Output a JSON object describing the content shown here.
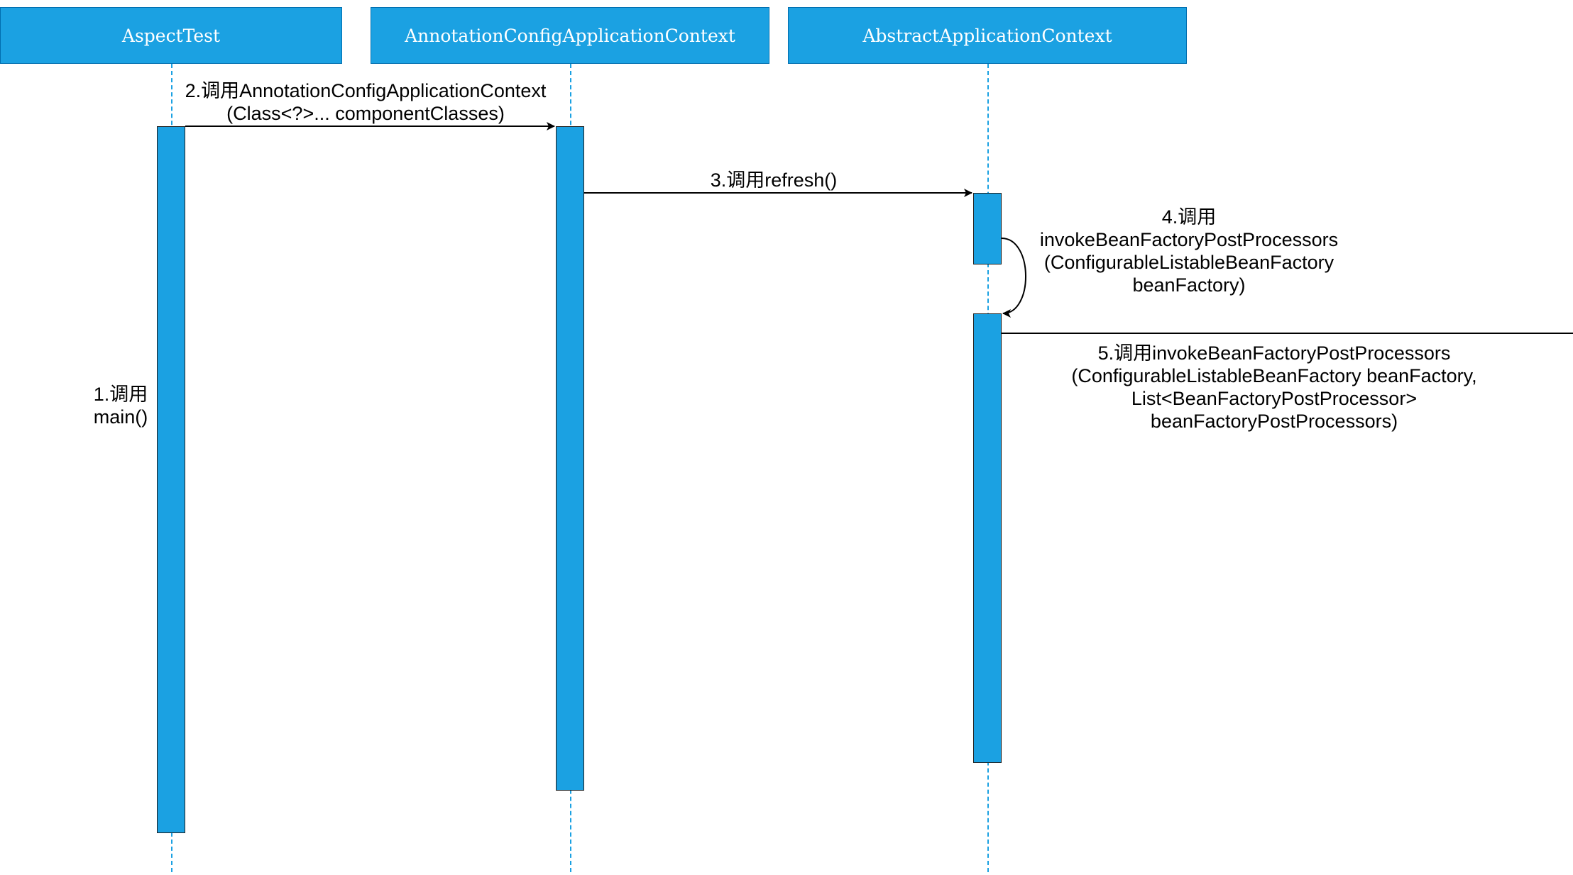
{
  "participants": [
    {
      "id": "p1",
      "name": "AspectTest"
    },
    {
      "id": "p2",
      "name": "AnnotationConfigApplicationContext"
    },
    {
      "id": "p3",
      "name": "AbstractApplicationContext"
    }
  ],
  "messages": [
    {
      "id": "m1",
      "text": "1.调用\nmain()"
    },
    {
      "id": "m2",
      "text": "2.调用AnnotationConfigApplicationContext\n(Class<?>... componentClasses)"
    },
    {
      "id": "m3",
      "text": "3.调用refresh()"
    },
    {
      "id": "m4",
      "text": "4.调用\ninvokeBeanFactoryPostProcessors\n(ConfigurableListableBeanFactory\nbeanFactory)"
    },
    {
      "id": "m5",
      "text": "5.调用invokeBeanFactoryPostProcessors\n(ConfigurableListableBeanFactory beanFactory,\nList<BeanFactoryPostProcessor>\nbeanFactoryPostProcessors)"
    }
  ],
  "colors": {
    "lifeline_fill": "#1ba1e2",
    "lifeline_stroke": "#006eaf",
    "activation_stroke": "#1e1e1e",
    "arrow": "#000000"
  }
}
